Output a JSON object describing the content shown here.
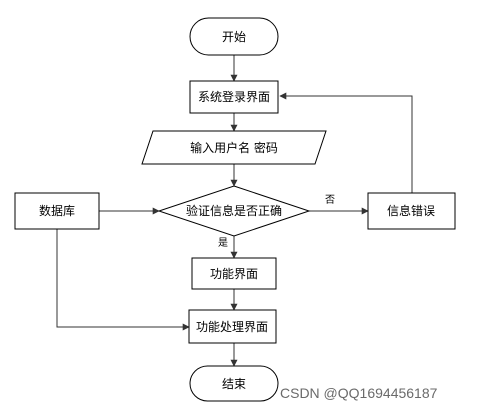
{
  "nodes": {
    "start": "开始",
    "login": "系统登录界面",
    "input": "输入用户名 密码",
    "verify": "验证信息是否正确",
    "database": "数据库",
    "error": "信息错误",
    "function": "功能界面",
    "process": "功能处理界面",
    "end": "结束"
  },
  "edges": {
    "no": "否",
    "yes": "是"
  },
  "watermark": "CSDN @QQ1694456187"
}
